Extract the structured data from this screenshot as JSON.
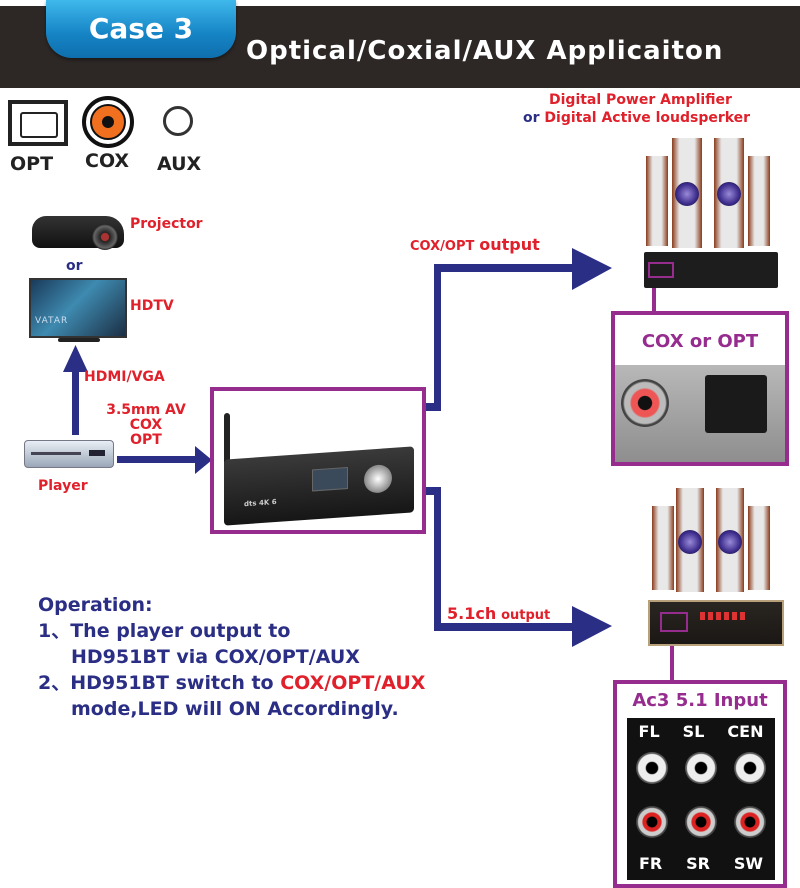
{
  "header": {
    "case_label": "Case 3",
    "title": "Optical/Coxial/AUX  Applicaiton"
  },
  "port_legend": [
    {
      "icon": "optical-port-icon",
      "label": "OPT"
    },
    {
      "icon": "coaxial-port-icon",
      "label": "COX"
    },
    {
      "icon": "aux-port-icon",
      "label": "AUX"
    }
  ],
  "sources": {
    "projector_label": "Projector",
    "or_label": "or",
    "hdtv_label": "HDTV",
    "hdtv_screen_text": "VATAR",
    "hdmi_link_label": "HDMI/VGA",
    "player_label": "Player",
    "player_link_labels": [
      "3.5mm AV",
      "COX",
      "OPT"
    ]
  },
  "center_device": {
    "name": "HD951BT",
    "panel_text": "dts 4K 6"
  },
  "outputs": {
    "top": {
      "title_line1": "Digital Power Amplifier",
      "title_line2_prefix": "or",
      "title_line2": "Digital  Active loudsperker",
      "link_label_small": "COX/OPT",
      "link_label_big": "output",
      "detail_box_title": "COX or OPT"
    },
    "bottom": {
      "link_label_big": "5.1ch",
      "link_label_small": "output",
      "detail_box_title": "Ac3 5.1 Input",
      "channels_top": [
        "FL",
        "SL",
        "CEN"
      ],
      "channels_bottom": [
        "FR",
        "SR",
        "SW"
      ]
    }
  },
  "operation": {
    "heading": "Operation:",
    "step1_line1": "1、The player output to",
    "step1_line2": "HD951BT via COX/OPT/AUX",
    "step2_prefix": "2、HD951BT switch to ",
    "step2_highlight": "COX/OPT/AUX",
    "step2_line2": "mode,LED will ON Accordingly."
  },
  "colors": {
    "banner": "#2d2826",
    "tab_blue": "#1e8fd0",
    "arrow_navy": "#2b2e85",
    "frame_purple": "#952c8e",
    "label_red": "#e0202a"
  }
}
